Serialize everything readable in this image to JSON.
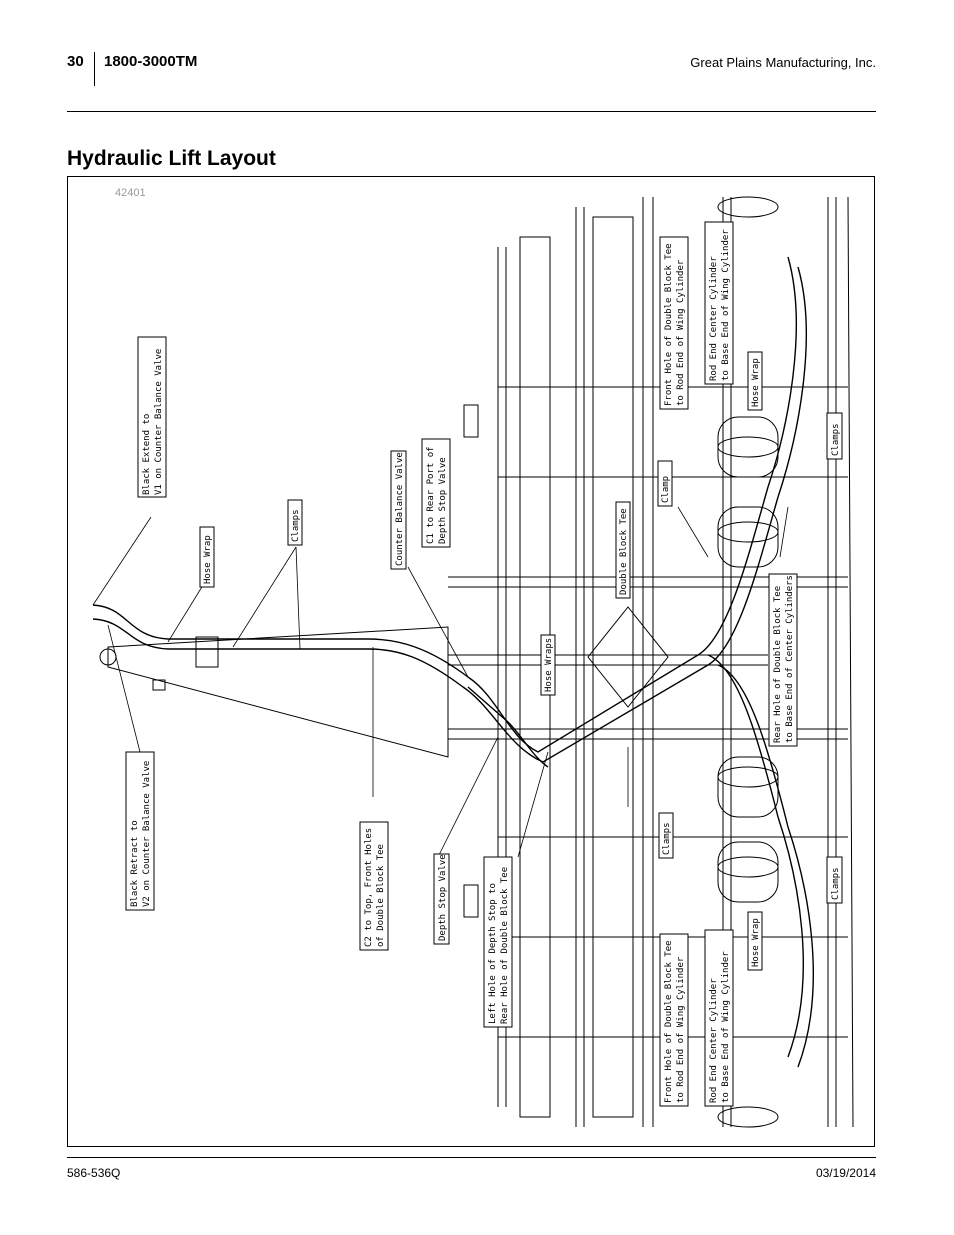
{
  "header": {
    "page_number": "30",
    "manual_id": "1800-3000TM",
    "company": "Great Plains Manufacturing, Inc."
  },
  "page_title": "Hydraulic Lift Layout",
  "figure": {
    "id": "42401",
    "callouts": {
      "black_extend": [
        "Black Extend to",
        "V1 on Counter Balance Valve"
      ],
      "hose_wrap_left": "Hose Wrap",
      "clamps_left": "Clamps",
      "counter_balance_valve": "Counter Balance Valve",
      "c1_rear_port": [
        "C1 to Rear Port of",
        "Depth Stop Valve"
      ],
      "black_retract": [
        "Black Retract to",
        "V2 on Counter Balance Valve"
      ],
      "c2_top_front": [
        "C2 to Top, Front Holes",
        "of Double Block Tee"
      ],
      "depth_stop_valve": "Depth Stop Valve",
      "left_hole_depth_stop": [
        "Left Hole of Depth Stop to",
        "Rear Hole of Double Block Tee"
      ],
      "hose_wraps_center": "Hose Wraps",
      "double_block_tee": "Double Block Tee",
      "clamp_center": "Clamp",
      "clamps_lower_center": "Clamps",
      "front_hole_upper": [
        "Front Hole of Double Block Tee",
        "to Rod End of Wing Cylinder"
      ],
      "front_hole_lower": [
        "Front Hole of Double Block Tee",
        "to Rod End of Wing Cylinder"
      ],
      "rod_end_upper": [
        "Rod End Center Cylinder",
        "to Base End of Wing Cylinder"
      ],
      "rod_end_lower": [
        "Rod End Center Cylinder",
        "to Base End of Wing Cylinder"
      ],
      "hose_wrap_upper_right": "Hose Wrap",
      "hose_wrap_lower_right": "Hose Wrap",
      "clamps_upper_right": "Clamps",
      "clamps_lower_right": "Clamps",
      "rear_hole_double_block": [
        "Rear Hole of Double Block Tee",
        "to Base End of Center Cylinders"
      ]
    }
  },
  "footer": {
    "doc_code": "586-536Q",
    "date": "03/19/2014"
  }
}
